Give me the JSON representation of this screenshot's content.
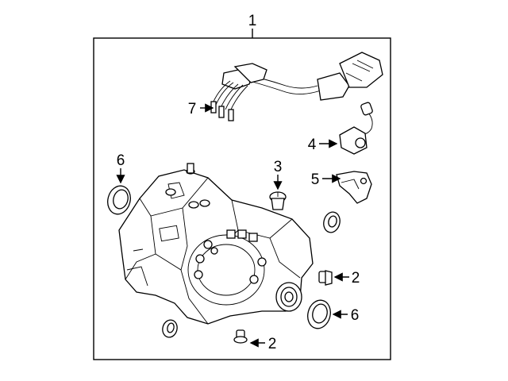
{
  "callouts": {
    "c1": "1",
    "c2a": "2",
    "c2b": "2",
    "c3": "3",
    "c4": "4",
    "c5": "5",
    "c6a": "6",
    "c6b": "6",
    "c7": "7"
  }
}
